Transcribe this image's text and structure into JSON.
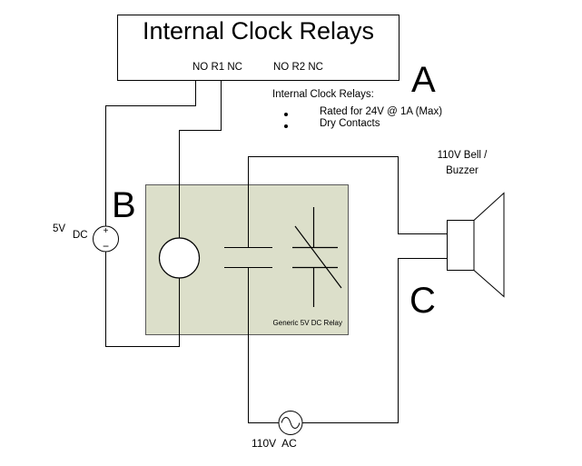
{
  "title_box": {
    "title": "Internal Clock Relays",
    "relay1_terminals": "NO R1 NC",
    "relay2_terminals": "NO R2 NC"
  },
  "section_labels": {
    "a": "A",
    "b": "B",
    "c": "C"
  },
  "notes": {
    "title": "Internal Clock Relays:",
    "items": [
      "Rated for 24V @ 1A (Max)",
      "Dry Contacts"
    ]
  },
  "dc_source": {
    "voltage": "5V",
    "type": "DC",
    "plus": "+",
    "minus": "−"
  },
  "relay_box": {
    "caption": "Generic 5V DC Relay"
  },
  "bell": {
    "label_line1": "110V Bell /",
    "label_line2": "Buzzer"
  },
  "ac_source": {
    "label": "110V  AC"
  },
  "colors": {
    "wire": "#000000",
    "relay_fill": "#dcdfca",
    "relay_border": "#595959"
  }
}
